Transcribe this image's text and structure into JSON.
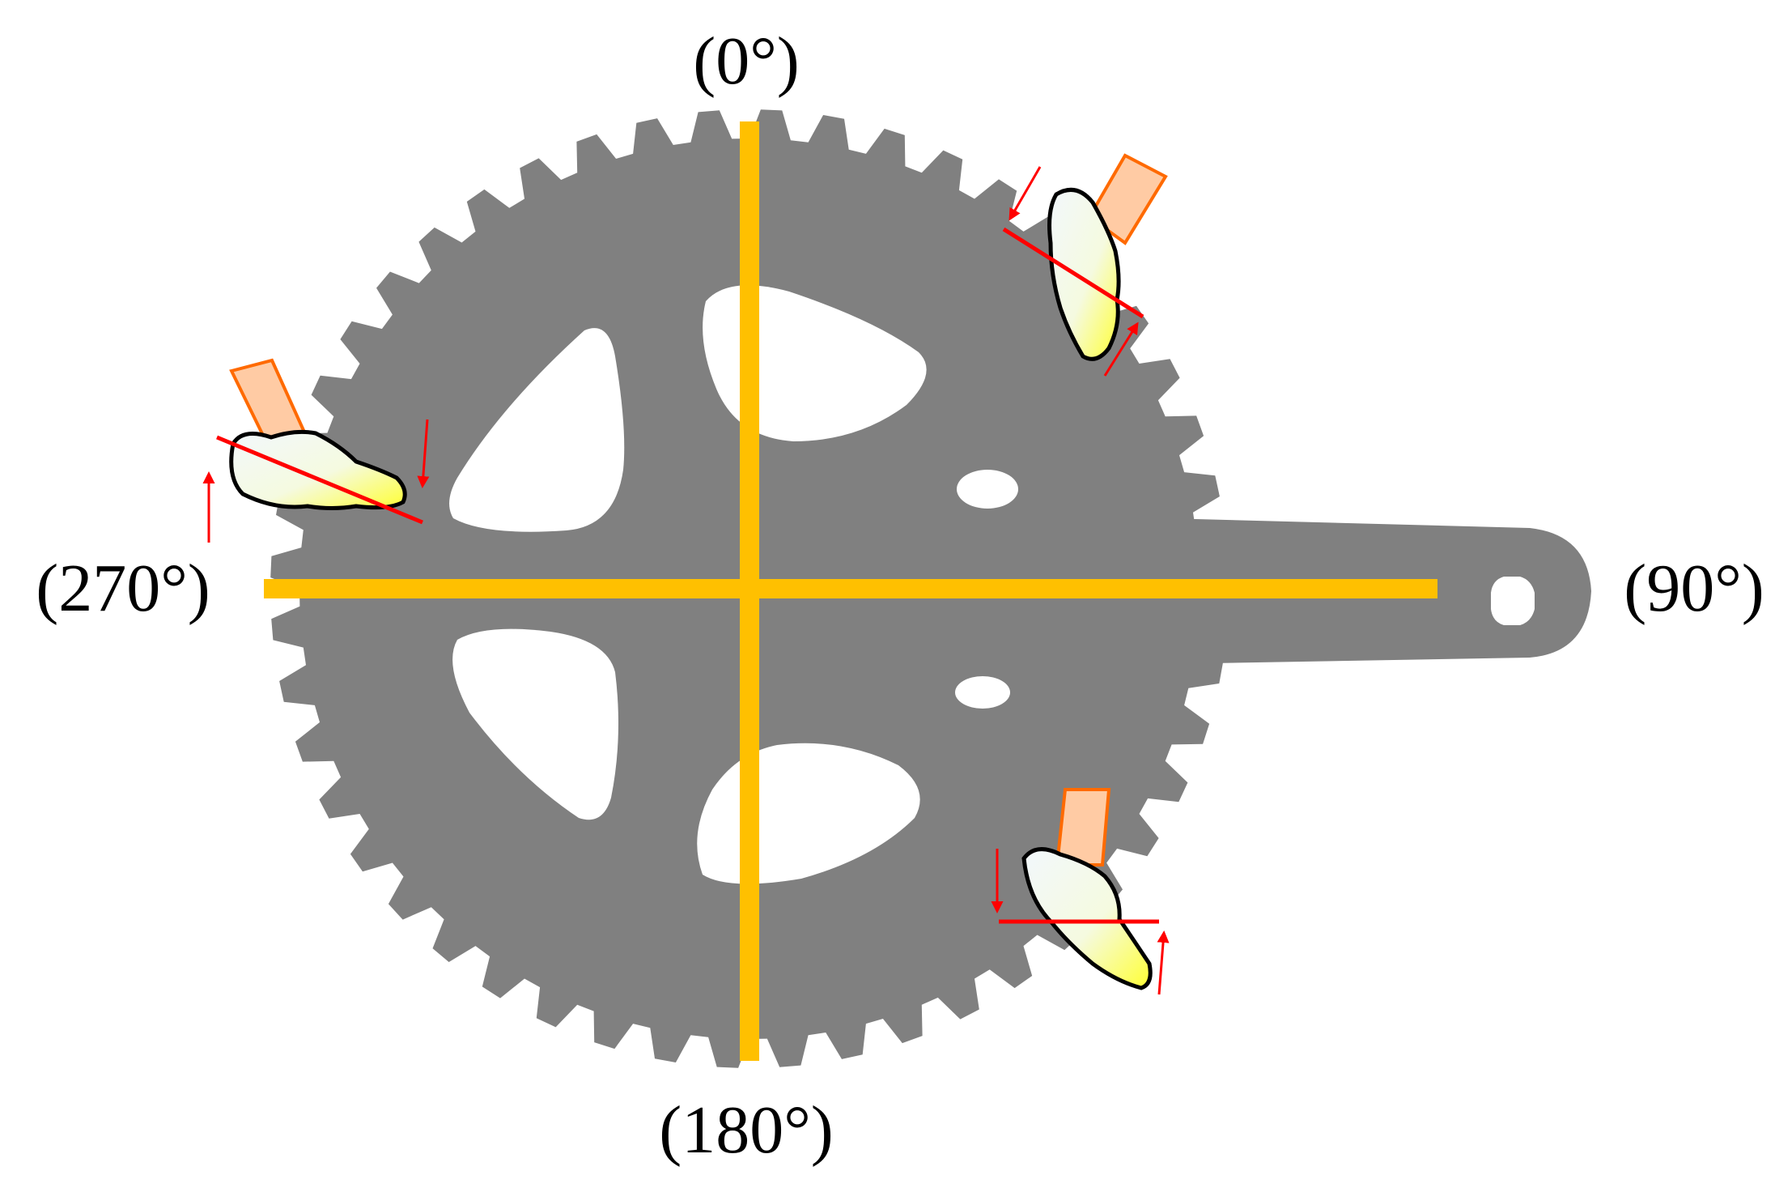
{
  "labels": {
    "top": "(0°)",
    "right": "(90°)",
    "bottom": "(180°)",
    "left": "(270°)"
  },
  "colors": {
    "chainring": "#808080",
    "axes": "#FFC000",
    "pedal_line": "#FF0000",
    "leg": "#FFCBA4",
    "leg_outline": "#FF6A00",
    "shoe_top": "#F2F8FC",
    "shoe_bottom": "#FFFF33",
    "background": "#FFFFFF"
  },
  "diagram": {
    "teeth": 48,
    "positions": [
      {
        "id": "pedal-position-270",
        "pedal_angle_deg": -26
      },
      {
        "id": "pedal-position-45",
        "pedal_angle_deg": 37
      },
      {
        "id": "pedal-position-135",
        "pedal_angle_deg": 0
      }
    ]
  }
}
